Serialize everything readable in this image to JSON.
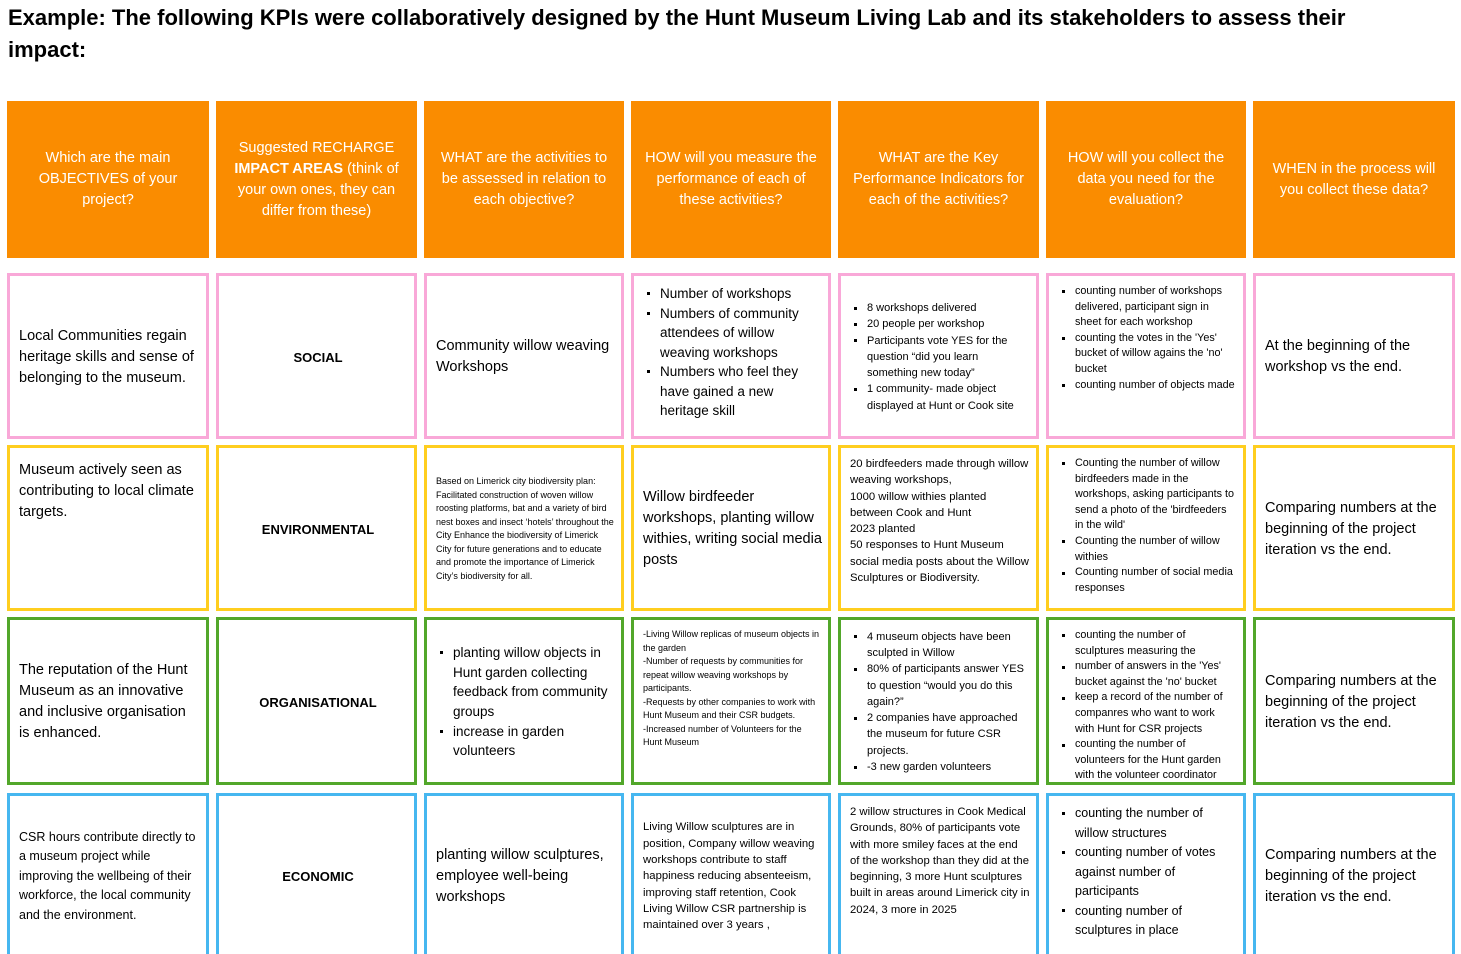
{
  "title": "Example: The following KPIs were collaboratively designed by the Hunt Museum Living Lab and its stakeholders to assess their impact:",
  "colors": {
    "header_bg": "#FA8C00",
    "header_text": "#FFFFFF",
    "row_social": "#F9A8D8",
    "row_environmental": "#FFCE1F",
    "row_organisational": "#52A72A",
    "row_economic": "#46B7F0"
  },
  "headers": [
    {
      "text": "Which are the main OBJECTIVES of your project?"
    },
    {
      "pre": "Suggested RECHARGE ",
      "bold": "IMPACT AREAS",
      "post": " (think of your own ones, they can differ from these)"
    },
    {
      "text": "WHAT are the activities to be assessed in relation to each objective?"
    },
    {
      "text": "HOW will you measure the performance of each of these activities?"
    },
    {
      "text": "WHAT are the Key Performance Indicators for each of the activities?"
    },
    {
      "text": "HOW will you collect the data you need for the evaluation?"
    },
    {
      "text": "WHEN in the process will you collect these data?"
    }
  ],
  "rows": [
    {
      "impact_area": "SOCIAL",
      "objective": "Local Communities regain heritage skills and sense of belonging to the museum.",
      "activities": "Community willow weaving Workshops",
      "measure_bullets": [
        "Number of  workshops",
        "Numbers of community attendees of willow weaving  workshops",
        "Numbers who feel they have gained a new heritage skill"
      ],
      "kpi_bullets": [
        "8 workshops delivered",
        "20 people per workshop",
        "Participants vote YES for the question “did you learn something new today”",
        "1 community- made object displayed at Hunt or Cook site"
      ],
      "collect_bullets": [
        "counting number of workshops delivered, participant sign in sheet for each workshop",
        "counting  the votes in the 'Yes' bucket of willow agains the 'no' bucket",
        "counting number of objects made"
      ],
      "when": "At the beginning of the workshop vs the end."
    },
    {
      "impact_area": "ENVIRONMENTAL",
      "objective": "Museum actively seen as contributing to local climate targets.",
      "activities_small": "Based on Limerick city biodiversity plan: Facilitated construction of woven willow roosting platforms, bat and a variety of bird nest boxes and insect ‘hotels’ throughout the City  Enhance the biodiversity of  Limerick City for future generations and to educate and promote the importance of Limerick City’s biodiversity for all.",
      "measure": "Willow birdfeeder workshops, planting willow withies, writing social media posts",
      "kpi_text": "20  birdfeeders made through willow weaving workshops,\n1000 willow withies planted between Cook and Hunt\n2023 planted\n50 responses to Hunt Museum social media posts about the Willow Sculptures or Biodiversity.",
      "collect_bullets": [
        "Counting the number of  willow birdfeeders made in the workshops, asking participants to send a photo of the 'birdfeeders in the wild'",
        "Counting the number of willow withies",
        "Counting number of  social media responses"
      ],
      "when": "Comparing numbers at the beginning of the project iteration vs the end."
    },
    {
      "impact_area": "ORGANISATIONAL",
      "objective": "The reputation of the Hunt Museum as an innovative and inclusive organisation is enhanced.",
      "activity_bullets": [
        "planting willow objects in Hunt garden collecting feedback from community groups",
        "increase in garden volunteers"
      ],
      "measure_text": "-Living Willow replicas of museum objects in the garden\n-Number of requests by communities for repeat willow weaving workshops by participants.\n -Requests by other companies to work with Hunt Museum and their CSR budgets.\n-Increased number of  Volunteers for the Hunt Museum",
      "kpi_bullets": [
        "4 museum objects have been sculpted in Willow",
        "80% of participants answer YES to question “would you do this again?”",
        "2 companies have approached the museum for future CSR projects.",
        "-3 new garden volunteers"
      ],
      "collect_bullets": [
        "counting the number of sculptures measuring the",
        "number of answers in the 'Yes' bucket against the 'no' bucket",
        "keep a record of the number of companres who want to work with Hunt for CSR projects",
        "counting the number of volunteers for the Hunt garden with the volunteer coordinator"
      ],
      "when": "Comparing numbers at the beginning of the project iteration vs the end."
    },
    {
      "impact_area": "ECONOMIC",
      "objective": "CSR hours contribute directly to a museum project while improving the wellbeing of their workforce, the local community and the environment.",
      "activities": "planting willow sculptures, employee well-being workshops",
      "measure_text": "Living Willow sculptures are in position, Company willow weaving workshops contribute to staff happiness reducing absenteeism, improving staff retention, Cook Living Willow CSR partnership is maintained over 3  years ,",
      "kpi_text": "2 willow structures in Cook Medical Grounds,  80% of participants vote with more smiley faces at the end of the workshop than they did at the beginning, 3 more Hunt sculptures built in areas around Limerick city in 2024,  3 more in 2025",
      "collect_bullets": [
        "counting the number of willow structures",
        "counting number of votes against number of participants",
        "counting number of sculptures in place"
      ],
      "when": "Comparing numbers at the beginning of the project iteration vs the end."
    }
  ]
}
